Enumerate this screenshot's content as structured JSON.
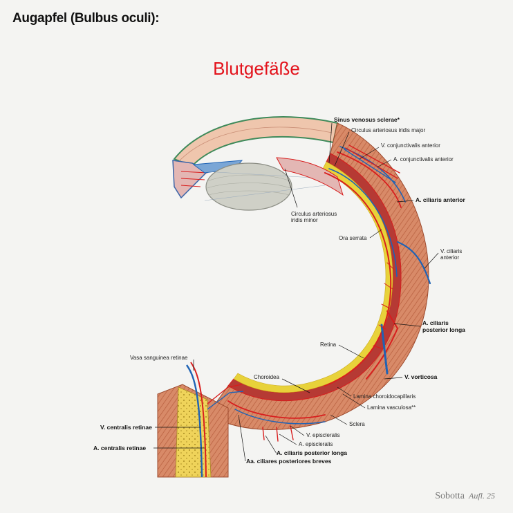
{
  "header": {
    "title": "Augapfel (Bulbus oculi):"
  },
  "section": {
    "title": "Blutgefäße"
  },
  "labels": {
    "sinus_venosus": "Sinus venosus sclerae*",
    "circulus_major": "Circulus arteriosus iridis major",
    "v_conj_ant": "V. conjunctivalis anterior",
    "a_conj_ant": "A. conjunctivalis anterior",
    "a_ciliaris_ant": "A. ciliaris anterior",
    "circulus_minor_1": "Circulus arteriosus",
    "circulus_minor_2": "iridis minor",
    "ora_serrata": "Ora serrata",
    "v_ciliaris_ant_1": "V. ciliaris",
    "v_ciliaris_ant_2": "anterior",
    "a_cil_post_longa_1": "A. ciliaris",
    "a_cil_post_longa_2": "posterior longa",
    "retina": "Retina",
    "vasa_sanguinea": "Vasa sanguinea retinae",
    "v_vorticosa": "V. vorticosa",
    "choroidea": "Choroidea",
    "lamina_choroidocap": "Lamina choroidocapillaris",
    "lamina_vasculosa": "Lamina vasculosa**",
    "sclera": "Sclera",
    "v_centralis": "V. centralis retinae",
    "v_episcleralis": "V. episcleralis",
    "a_episcleralis": "A. episcleralis",
    "a_centralis": "A. centralis retinae",
    "a_cil_post_longa_low": "A. ciliaris posterior longa",
    "aa_cil_post_breves": "Aa. ciliares posteriores breves"
  },
  "footer": {
    "brand": "Sobotta",
    "edition": "Aufl. 25"
  },
  "colors": {
    "title_red": "#e3121b",
    "artery": "#d81e1e",
    "vein": "#1f63b5",
    "sclera": "#d98a6a",
    "retina": "#e8d23a",
    "background": "#f4f4f2"
  }
}
